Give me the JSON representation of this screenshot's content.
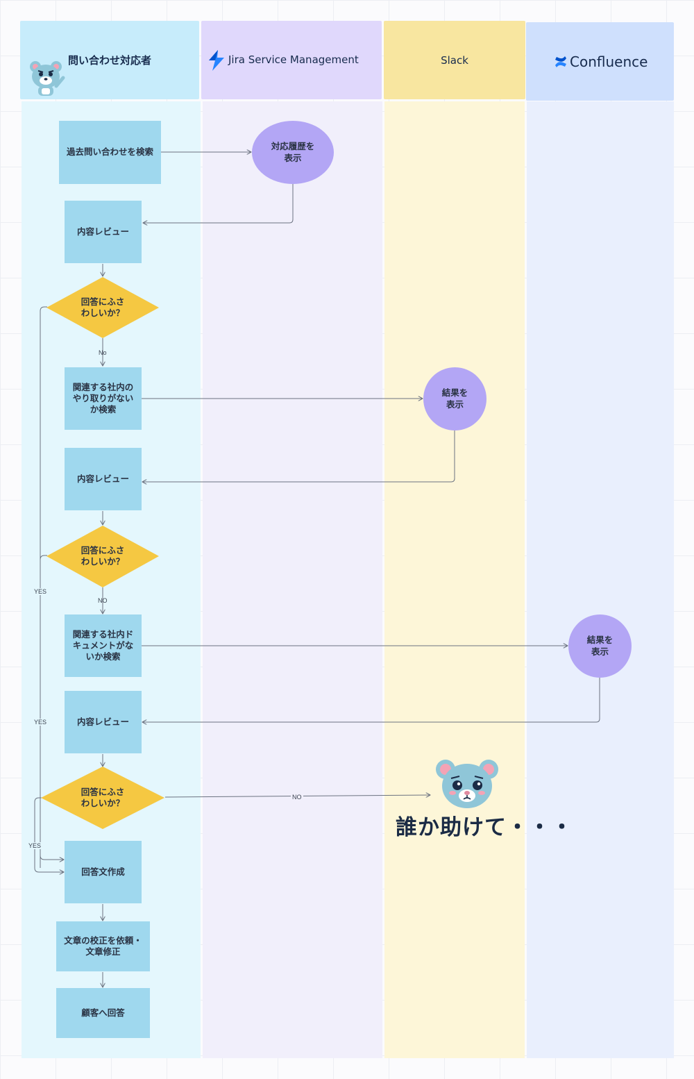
{
  "lanes": {
    "responder": {
      "title": "問い合わせ対応者"
    },
    "jira": {
      "title": "Jira Service Management"
    },
    "slack": {
      "title": "Slack"
    },
    "confluence": {
      "title": "Confluence"
    }
  },
  "nodes": {
    "search_past": "過去問い合わせを検索",
    "show_history": "対応履歴を\n表示",
    "review_1": "内容レビュー",
    "decision_1": "回答にふさ\nわしいか？",
    "search_internal": "関連する社内の\nやり取りがない\nか検索",
    "show_result_slack": "結果を\n表示",
    "review_2": "内容レビュー",
    "decision_2": "回答にふさ\nわしいか？",
    "search_docs": "関連する社内ド\nキュメントがな\nいか検索",
    "show_result_conf": "結果を\n表示",
    "review_3": "内容レビュー",
    "decision_3": "回答にふさ\nわしいか？",
    "write_answer": "回答文作成",
    "proofread": "文章の校正を依頼・\n文章修正",
    "reply": "顧客へ回答"
  },
  "edge_labels": {
    "no_1": "No",
    "no_2": "NO",
    "no_3": "NO",
    "yes_1": "YES",
    "yes_2": "YES",
    "yes_3": "YES"
  },
  "help_text": "誰か助けて・・・",
  "colors": {
    "responder_head": "#c7ecfb",
    "responder_body": "#e4f7fd",
    "jira_head": "#e0d8fc",
    "jira_body": "#f1effb",
    "slack_head": "#f8e6a0",
    "slack_body": "#fdf6d8",
    "confluence_head": "#cfe0fd",
    "confluence_body": "#e9effd",
    "process": "#9fd8ee",
    "tool_result": "#b3a6f5",
    "decision": "#f5c842",
    "connector": "#6b7280"
  },
  "icons": {
    "responder": "bear-mascot-icon",
    "jira": "jira-logo-icon",
    "confluence": "confluence-logo-icon",
    "help": "worried-bear-icon"
  }
}
